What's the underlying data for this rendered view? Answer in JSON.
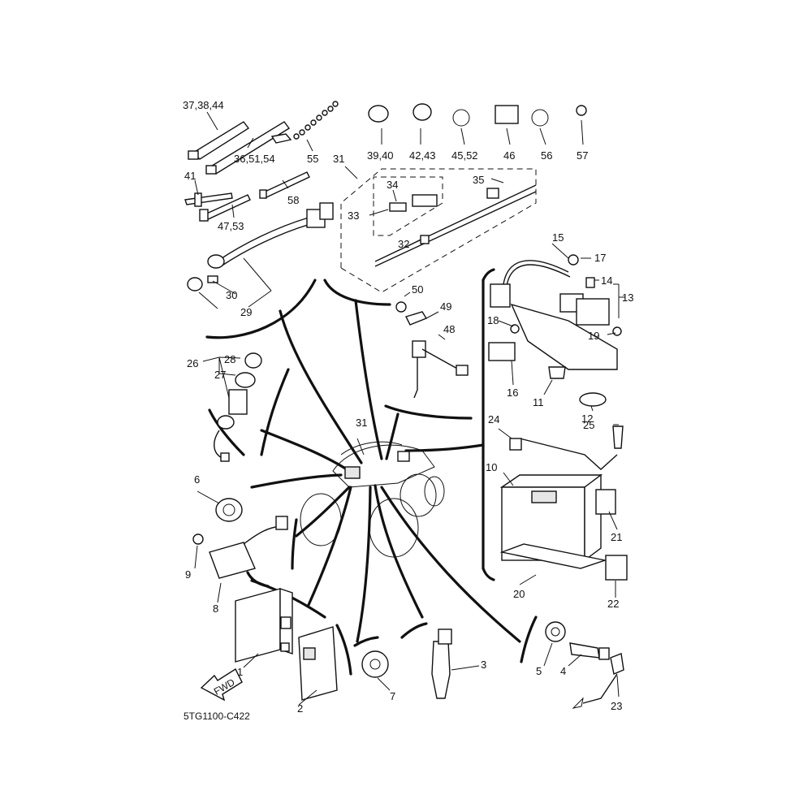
{
  "diagram": {
    "drawing_code": "5TG1100-C422",
    "fwd_label": "FWD",
    "callouts": [
      "37,38,44",
      "36,51,54",
      "55",
      "41",
      "47,53",
      "58",
      "39,40",
      "42,43",
      "45,52",
      "46",
      "56",
      "57",
      "31",
      "35",
      "34",
      "33",
      "32",
      "30",
      "29",
      "15",
      "17",
      "14",
      "13",
      "50",
      "49",
      "48",
      "18",
      "19",
      "16",
      "11",
      "12",
      "26",
      "28",
      "27",
      "31",
      "24",
      "25",
      "10",
      "6",
      "21",
      "9",
      "8",
      "20",
      "22",
      "1",
      "2",
      "7",
      "3",
      "5",
      "4",
      "23"
    ]
  }
}
